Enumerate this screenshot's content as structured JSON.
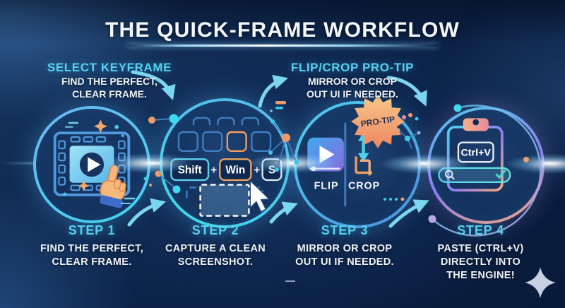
{
  "title": "THE QUICK-FRAME WORKFLOW",
  "callouts": {
    "select_keyframe": {
      "heading": "SELECT KEYFRAME",
      "line1": "FIND THE PERFECT,",
      "line2": "CLEAR FRAME."
    },
    "flip_crop": {
      "heading": "FLIP/CROP PRO-TIP",
      "line1": "MIRROR OR CROP",
      "line2": "OUT UI IF NEEDED."
    }
  },
  "step2_icon": {
    "key1": "Shift",
    "plus1": "+",
    "key2": "Win",
    "plus2": "+",
    "key3": "S"
  },
  "step3_icon": {
    "flip": "FLIP",
    "crop": "CROP",
    "badge": "PRO-TIP"
  },
  "step4_icon": {
    "paste_shortcut": "Ctrl+V"
  },
  "steps": [
    {
      "heading": "STEP 1",
      "line1": "FIND THE PERFECT,",
      "line2": "CLEAR FRAME."
    },
    {
      "heading": "STEP 2",
      "line1": "CAPTURE A CLEAN",
      "line2": "SCREENSHOT."
    },
    {
      "heading": "STEP 3",
      "line1": "MIRROR OR CROP",
      "line2": "OUT UI IF NEEDED."
    },
    {
      "heading": "STEP 4",
      "line1": "PASTE (CTRL+V)",
      "line2": "DIRECTLY INTO",
      "line3": "THE ENGINE!"
    }
  ],
  "colors": {
    "background": "#0b2046",
    "accent_cyan": "#54d1ef",
    "accent_orange": "#f09d5e",
    "text": "#f2f6fa"
  }
}
